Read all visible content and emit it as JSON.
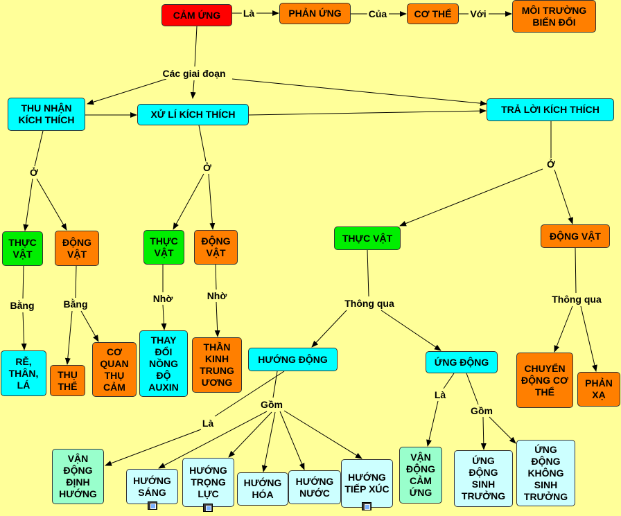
{
  "colors": {
    "background": "#FFFF99",
    "red": "#FF0000",
    "orange": "#FF7F00",
    "cyan": "#00FFFF",
    "green": "#00EE00",
    "lightcyan": "#CCFFFF",
    "mint": "#99FFCC"
  },
  "nodes": {
    "cam_ung": "CẢM ỨNG",
    "phan_ung": "PHẢN ỨNG",
    "co_the": "CƠ THỂ",
    "moi_truong": "MÔI TRƯỜNG BIẾN ĐỔI",
    "thu_nhan": "THU NHẬN KÍCH THÍCH",
    "xu_li": "XỬ LÍ KÍCH THÍCH",
    "tra_loi": "TRẢ LỜI KÍCH THÍCH",
    "tv1": "THỰC VẬT",
    "dv1": "ĐỘNG VẬT",
    "tv2": "THỰC VẬT",
    "dv2": "ĐỘNG VẬT",
    "tv3": "THỰC VẬT",
    "dv3": "ĐỘNG VẬT",
    "re_than_la": "RỄ, THÂN, LÁ",
    "thu_the": "THỤ THỂ",
    "co_quan": "CƠ QUAN THỤ CẢM",
    "thay_doi": "THAY ĐỔI NỒNG ĐỘ AUXIN",
    "than_kinh": "THẦN KINH TRUNG ƯƠNG",
    "huong_dong": "HƯỚNG ĐỘNG",
    "ung_dong": "ỨNG ĐỘNG",
    "chuyen_dong": "CHUYỂN ĐỘNG CƠ THỂ",
    "phan_xa": "PHẢN XẠ",
    "van_dong_dinh_huong": "VẬN ĐỘNG ĐỊNH HƯỚNG",
    "huong_sang": "HƯỚNG SÁNG",
    "huong_trong_luc": "HƯỚNG TRỌNG LỰC",
    "huong_hoa": "HƯỚNG HÓA",
    "huong_nuoc": "HƯỚNG NƯỚC",
    "huong_tiep_xuc": "HƯỚNG TIẾP XÚC",
    "van_dong_cam_ung": "VẬN ĐỘNG CẢM ỨNG",
    "ung_dong_sinh_truong": "ỨNG ĐỘNG SINH TRƯỞNG",
    "ung_dong_khong": "ỨNG ĐỘNG KHÔNG SINH TRƯỞNG"
  },
  "labels": {
    "la1": "Là",
    "cua": "Của",
    "voi": "Với",
    "cac_giai_doan": "Các giai đoạn",
    "o1": "Ở",
    "o2": "Ở",
    "o3": "Ở",
    "bang1": "Bằng",
    "bang2": "Bằng",
    "nho1": "Nhờ",
    "nho2": "Nhờ",
    "thong_qua1": "Thông qua",
    "thong_qua2": "Thông qua",
    "gom1": "Gồm",
    "la2": "Là",
    "la3": "Là",
    "gom2": "Gồm"
  }
}
